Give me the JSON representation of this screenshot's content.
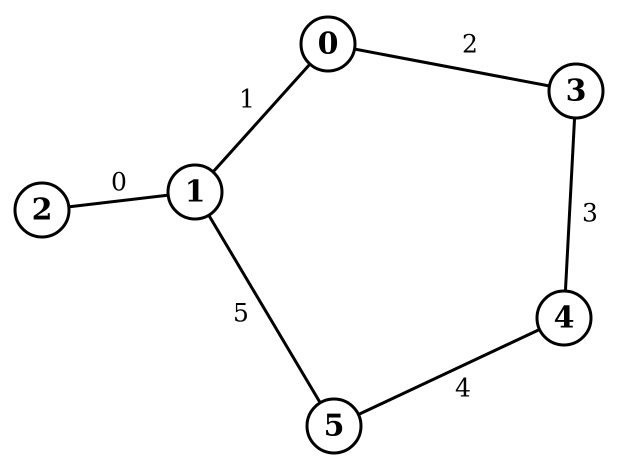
{
  "graph": {
    "nodes": [
      {
        "id": "0",
        "label": "0"
      },
      {
        "id": "1",
        "label": "1"
      },
      {
        "id": "2",
        "label": "2"
      },
      {
        "id": "3",
        "label": "3"
      },
      {
        "id": "4",
        "label": "4"
      },
      {
        "id": "5",
        "label": "5"
      }
    ],
    "edges": [
      {
        "from": "1",
        "to": "0",
        "weight": "1"
      },
      {
        "from": "0",
        "to": "3",
        "weight": "2"
      },
      {
        "from": "2",
        "to": "1",
        "weight": "0"
      },
      {
        "from": "3",
        "to": "4",
        "weight": "3"
      },
      {
        "from": "5",
        "to": "4",
        "weight": "4"
      },
      {
        "from": "1",
        "to": "5",
        "weight": "5"
      }
    ],
    "colors": {
      "stroke": "#000000",
      "node_fill": "#ffffff",
      "text": "#000000"
    }
  }
}
